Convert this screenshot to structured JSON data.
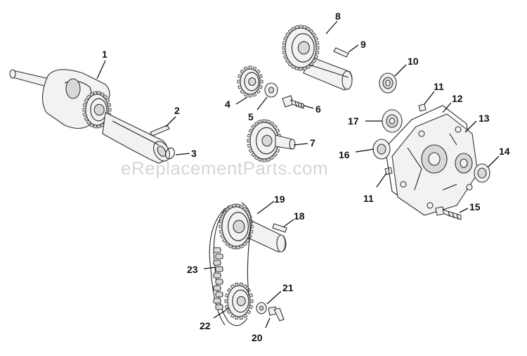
{
  "watermark": "eReplacementParts.com",
  "callouts": {
    "c1": "1",
    "c2": "2",
    "c3": "3",
    "c4": "4",
    "c5": "5",
    "c6": "6",
    "c7": "7",
    "c8": "8",
    "c9": "9",
    "c10": "10",
    "c11a": "11",
    "c11b": "11",
    "c12": "12",
    "c13": "13",
    "c14": "14",
    "c15": "15",
    "c16": "16",
    "c17": "17",
    "c18": "18",
    "c19": "19",
    "c20": "20",
    "c21": "21",
    "c22": "22",
    "c23": "23"
  }
}
